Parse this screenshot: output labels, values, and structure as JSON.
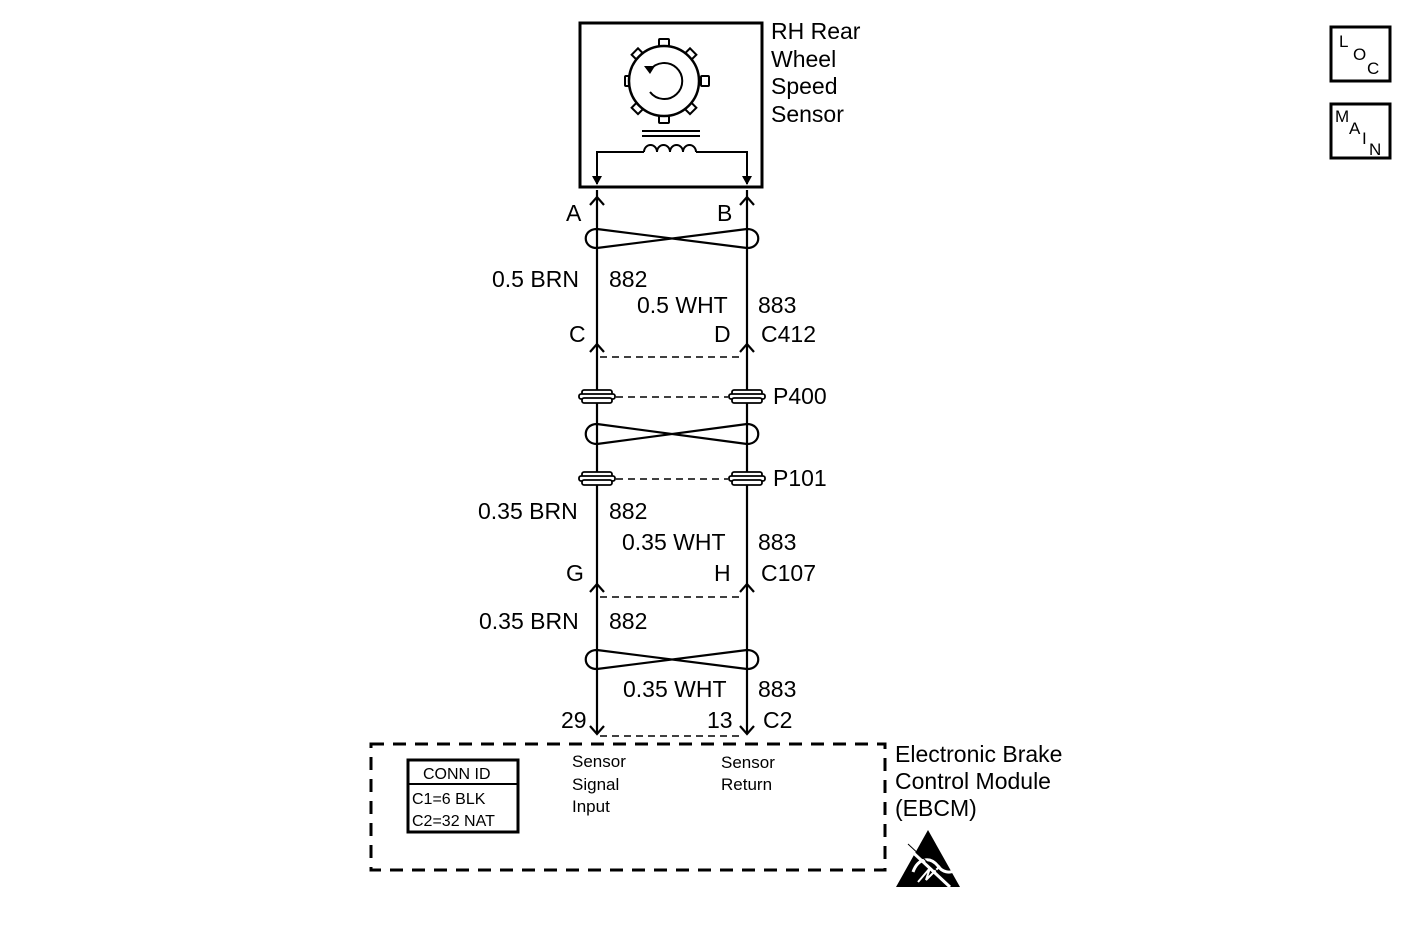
{
  "nav": {
    "loc": [
      "L",
      "O",
      "C"
    ],
    "main": [
      "M",
      "A",
      "I",
      "N"
    ]
  },
  "sensor": {
    "name_lines": [
      "RH Rear",
      "Wheel",
      "Speed",
      "Sensor"
    ],
    "pin_a": "A",
    "pin_b": "B"
  },
  "harness_1": {
    "left_wire": {
      "gauge_color": "0.5 BRN",
      "circuit": "882"
    },
    "right_wire": {
      "gauge_color": "0.5 WHT",
      "circuit": "883"
    },
    "connector": {
      "pin_left": "C",
      "pin_right": "D",
      "id": "C412"
    }
  },
  "splices": {
    "upper": "P400",
    "lower": "P101"
  },
  "harness_2": {
    "left_wire": {
      "gauge_color": "0.35 BRN",
      "circuit": "882"
    },
    "right_wire": {
      "gauge_color": "0.35 WHT",
      "circuit": "883"
    },
    "connector": {
      "pin_left": "G",
      "pin_right": "H",
      "id": "C107"
    }
  },
  "harness_3": {
    "left_wire": {
      "gauge_color": "0.35 BRN",
      "circuit": "882"
    },
    "right_wire": {
      "gauge_color": "0.35 WHT",
      "circuit": "883"
    },
    "connector": {
      "pin_left": "29",
      "pin_right": "13",
      "id": "C2"
    }
  },
  "ebcm": {
    "name_lines": [
      "Electronic Brake",
      "Control Module",
      "(EBCM)"
    ],
    "signal_lines": [
      "Sensor",
      "Signal",
      "Input"
    ],
    "return_lines": [
      "Sensor",
      "Return"
    ],
    "conn_table": {
      "header": "CONN ID",
      "rows": [
        "C1=6 BLK",
        "C2=32 NAT"
      ]
    }
  }
}
